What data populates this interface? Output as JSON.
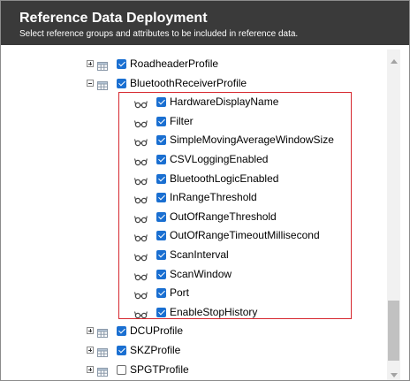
{
  "dialog": {
    "title": "Reference Data Deployment",
    "subtitle": "Select reference groups and attributes to be included in reference data."
  },
  "tree": {
    "profiles": [
      {
        "label": "RoadheaderProfile",
        "checked": true,
        "expanded": false,
        "expander_icon": "plus-icon"
      },
      {
        "label": "BluetoothReceiverProfile",
        "checked": true,
        "expanded": true,
        "expander_icon": "minus-icon"
      },
      {
        "label": "DCUProfile",
        "checked": true,
        "expanded": false,
        "expander_icon": "plus-icon"
      },
      {
        "label": "SKZProfile",
        "checked": true,
        "expanded": false,
        "expander_icon": "plus-icon"
      },
      {
        "label": "SPGTProfile",
        "checked": false,
        "expanded": false,
        "expander_icon": "plus-icon"
      }
    ],
    "attributes": [
      {
        "label": "HardwareDisplayName",
        "checked": true
      },
      {
        "label": "Filter",
        "checked": true
      },
      {
        "label": "SimpleMovingAverageWindowSize",
        "checked": true
      },
      {
        "label": "CSVLoggingEnabled",
        "checked": true
      },
      {
        "label": "BluetoothLogicEnabled",
        "checked": true
      },
      {
        "label": "InRangeThreshold",
        "checked": true
      },
      {
        "label": "OutOfRangeThreshold",
        "checked": true
      },
      {
        "label": "OutOfRangeTimeoutMillisecond",
        "checked": true
      },
      {
        "label": "ScanInterval",
        "checked": true
      },
      {
        "label": "ScanWindow",
        "checked": true
      },
      {
        "label": "Port",
        "checked": true
      },
      {
        "label": "EnableStopHistory",
        "checked": true
      }
    ],
    "profile_icon": "table-icon",
    "attribute_icon": "glasses-icon"
  },
  "colors": {
    "header_bg": "#3a3a3a",
    "checkbox_blue": "#1a6fd1",
    "highlight_border": "#d6282f"
  }
}
